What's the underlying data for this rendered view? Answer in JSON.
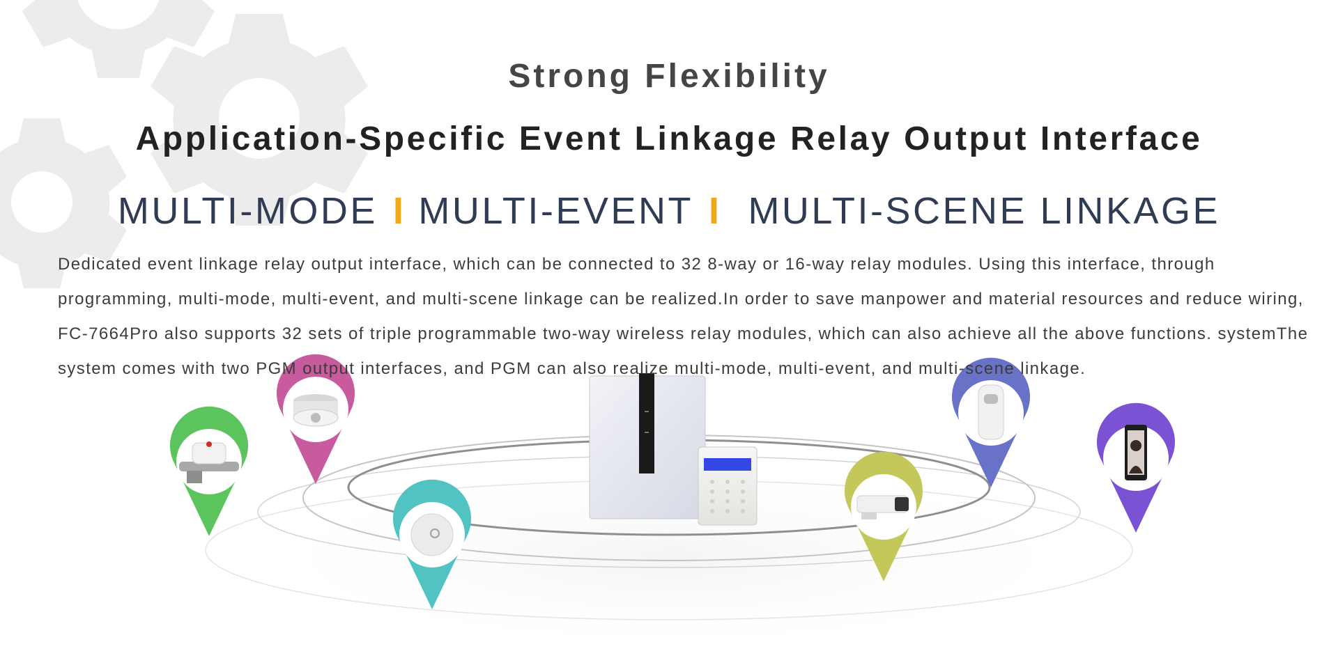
{
  "heading_top": "Strong Flexibility",
  "heading_main": "Application-Specific Event Linkage Relay Output Interface",
  "tagline": {
    "part1": "MULTI-MODE",
    "separator": "I",
    "part2": "MULTI-EVENT",
    "part3": "MULTI-SCENE LINKAGE"
  },
  "description": " Dedicated event linkage relay output interface, which can be connected to 32 8-way or 16-way relay modules. Using this interface, through programming, multi-mode, multi-event, and multi-scene linkage can be realized.In order to save manpower and material resources and reduce wiring, FC-7664Pro also supports 32 sets of triple programmable two-way wireless relay modules, which can also achieve all the above functions. systemThe system comes with two PGM output interfaces, and PGM can also realize multi-mode, multi-event, and multi-scene linkage.",
  "colors": {
    "tagline_separator": "#f1a817",
    "pin_green": "#5cc45c",
    "pin_magenta": "#c85a9e",
    "pin_teal": "#52c3c3",
    "pin_olive": "#c4c85a",
    "pin_blue": "#6872c6",
    "pin_purple": "#7b52d3",
    "keypad_screen": "#3548e6"
  },
  "icons": [
    "gear-icon",
    "water-valve-icon",
    "smoke-detector-icon",
    "sensor-puck-icon",
    "camera-icon",
    "pir-detector-icon",
    "face-terminal-icon",
    "control-panel-icon",
    "keypad-icon"
  ]
}
